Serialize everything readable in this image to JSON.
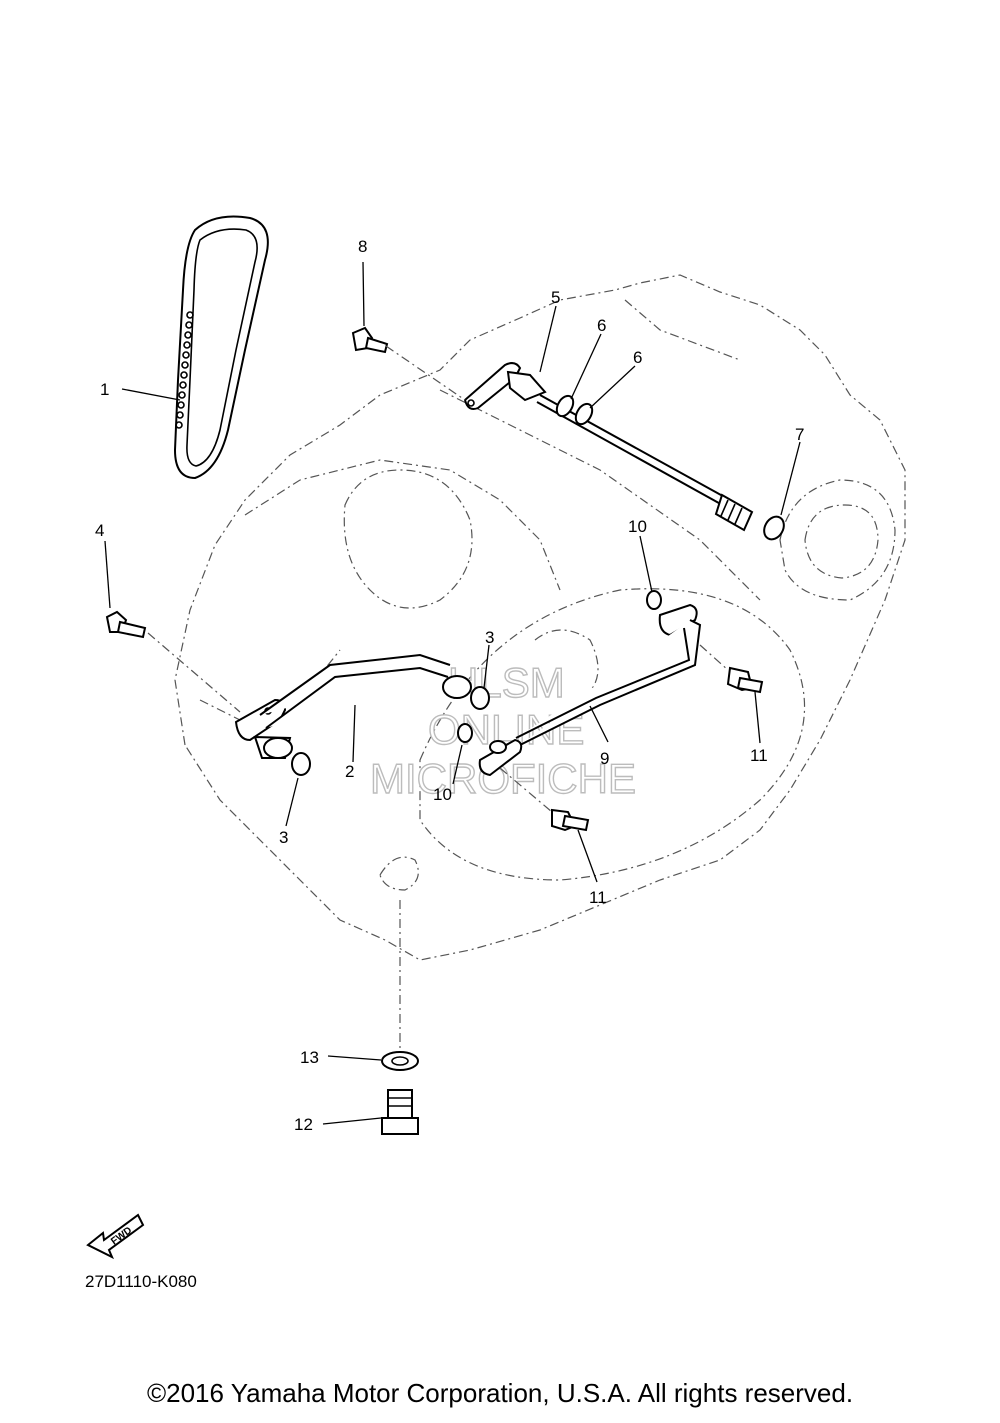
{
  "callouts": {
    "c1": "1",
    "c2": "2",
    "c3a": "3",
    "c3b": "3",
    "c4": "4",
    "c5": "5",
    "c6a": "6",
    "c6b": "6",
    "c7": "7",
    "c8": "8",
    "c9": "9",
    "c10a": "10",
    "c10b": "10",
    "c11a": "11",
    "c11b": "11",
    "c12": "12",
    "c13": "13"
  },
  "watermark": {
    "line1": "HLSM",
    "line2": "ONLINE",
    "line3": "MICROFICHE"
  },
  "fwd_label": "FWD",
  "figure_code": "27D1110-K080",
  "copyright": "©2016 Yamaha Motor Corporation, U.S.A. All rights reserved."
}
